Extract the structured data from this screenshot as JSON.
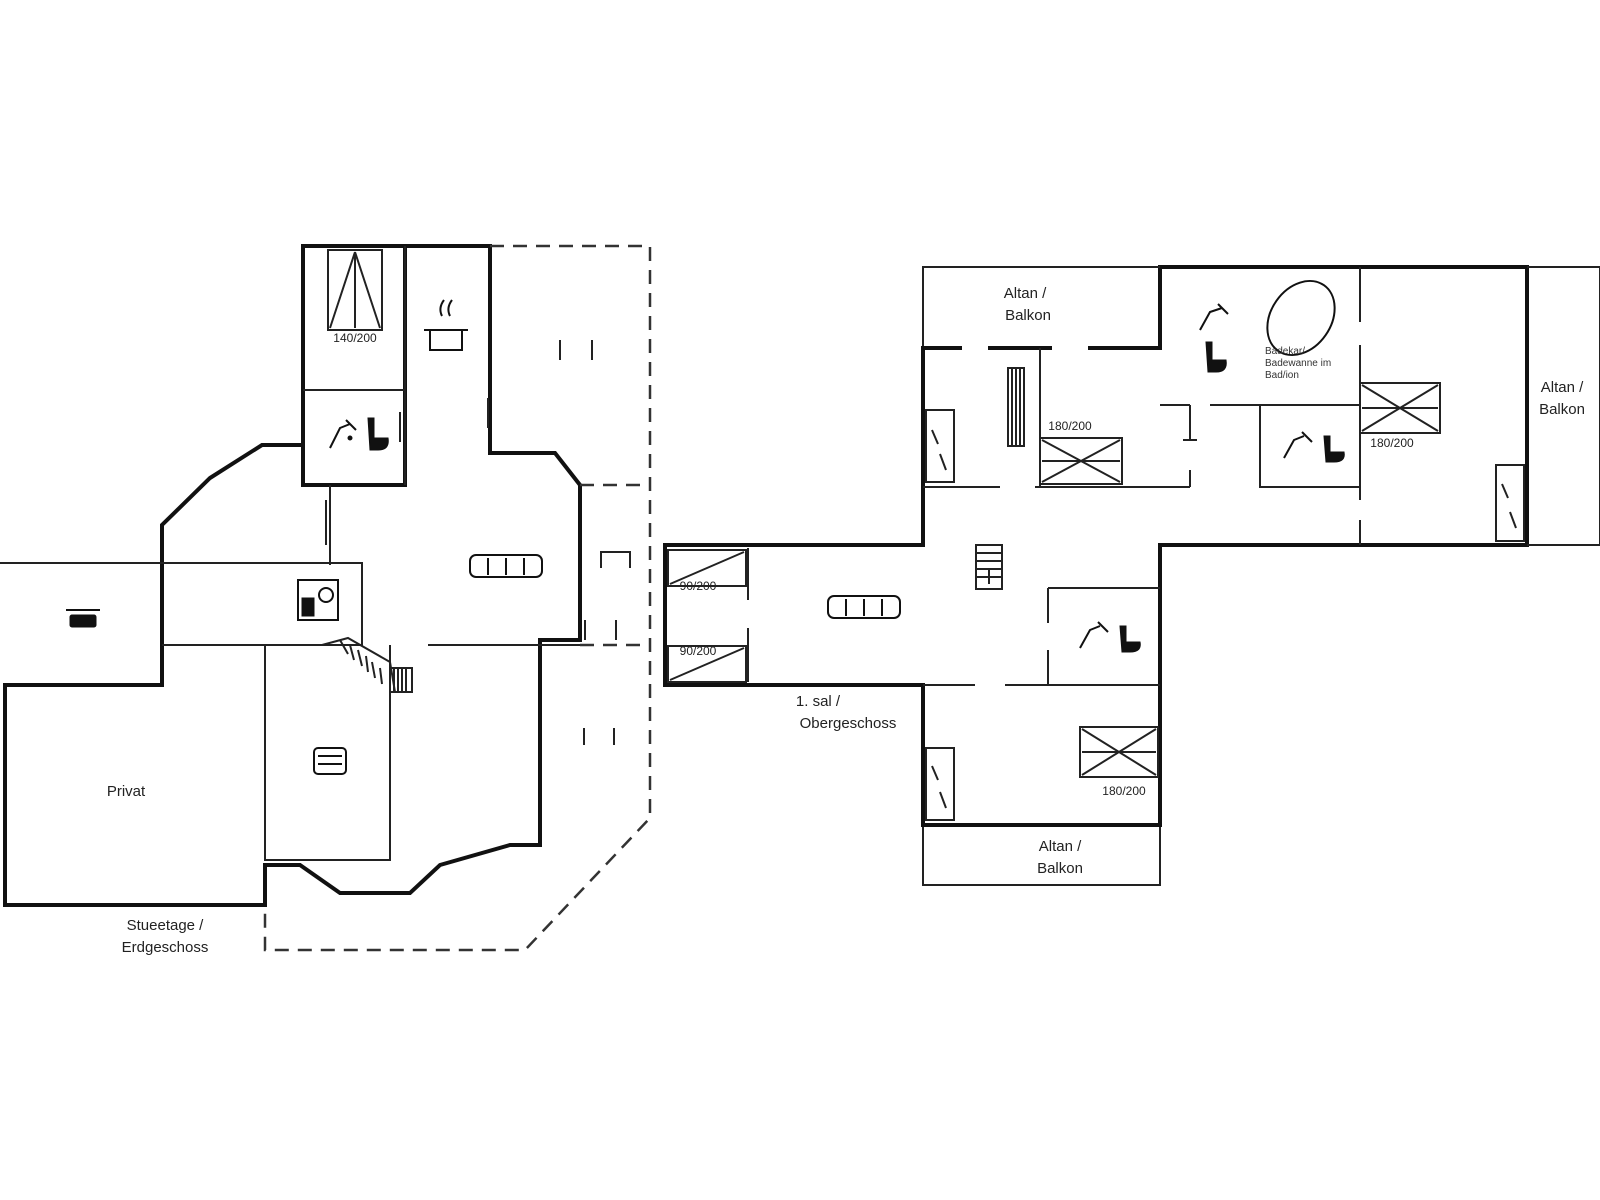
{
  "ground_floor": {
    "floor_label_1": "Stueetage /",
    "floor_label_2": "Erdgeschoss",
    "room_private": "Privat",
    "bed_top": "140/200"
  },
  "first_floor": {
    "floor_label_1": "1. sal /",
    "floor_label_2": "Obergeschoss",
    "balcony_top_1": "Altan /",
    "balcony_top_2": "Balkon",
    "balcony_right_1": "Altan /",
    "balcony_right_2": "Balkon",
    "balcony_bottom_1": "Altan /",
    "balcony_bottom_2": "Balkon",
    "bed_left_top": "90/200",
    "bed_left_bottom": "90/200",
    "bed_center_top": "180/200",
    "bed_right_top": "180/200",
    "bed_bottom": "180/200",
    "bathtub_note_1": "Badekar/",
    "bathtub_note_2": "Badewanne im",
    "bathtub_note_3": "Bad/ion"
  }
}
